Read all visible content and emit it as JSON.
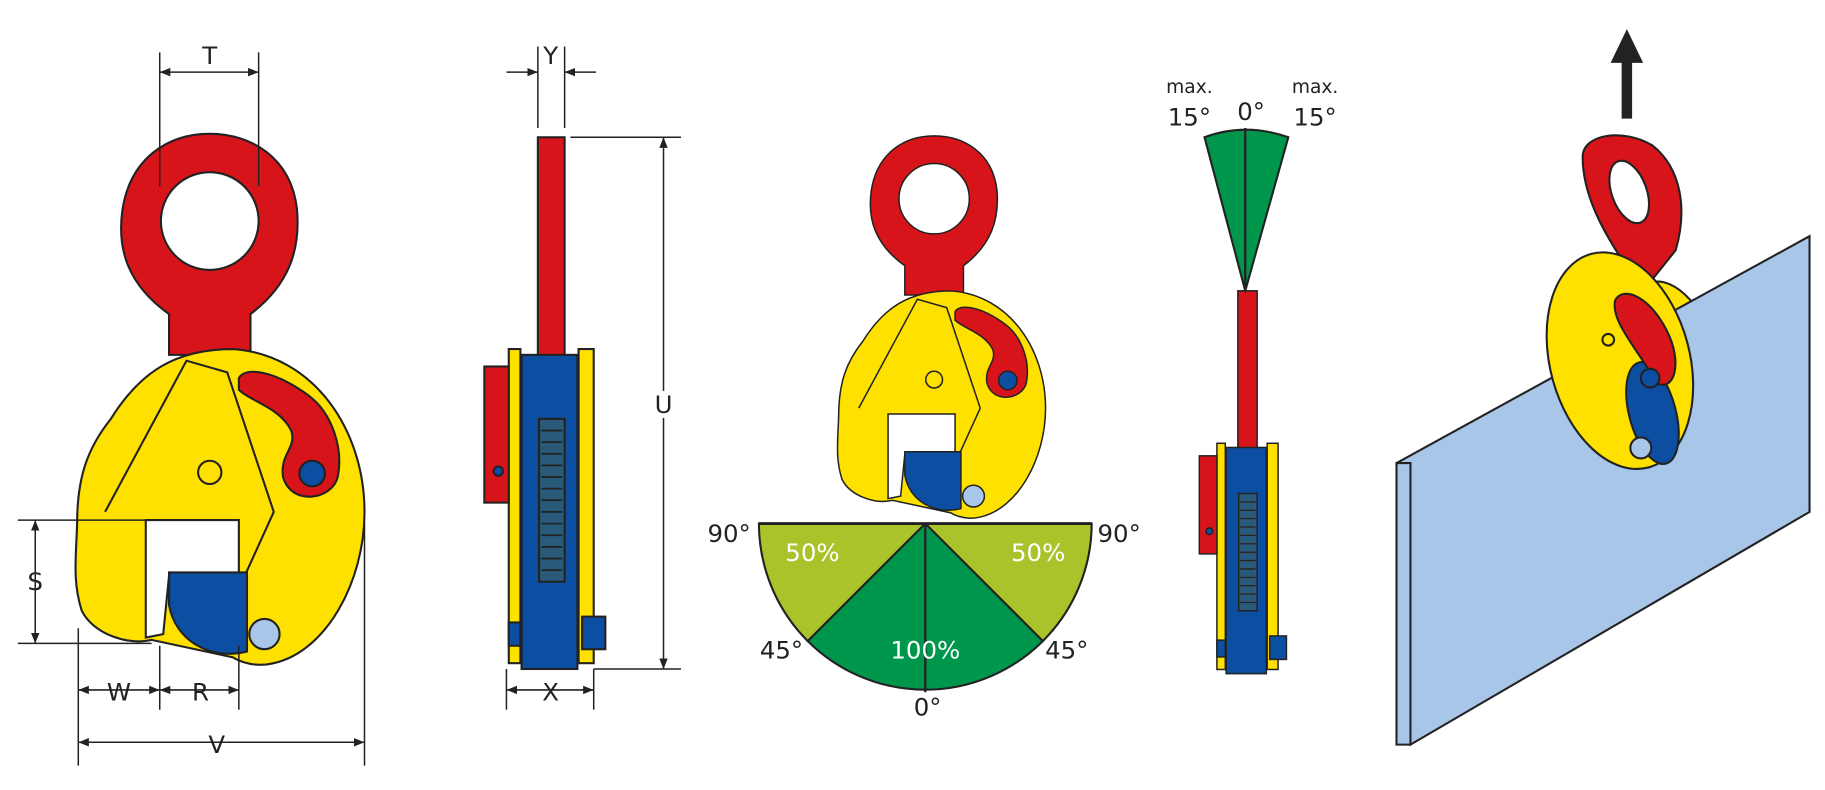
{
  "dimensions": {
    "T": "T",
    "Y": "Y",
    "U": "U",
    "S": "S",
    "W": "W",
    "R": "R",
    "V": "V",
    "X": "X"
  },
  "angle_chart": {
    "left_90": "90°",
    "right_90": "90°",
    "left_45": "45°",
    "right_45": "45°",
    "bottom_0": "0°",
    "zone_left": "50%",
    "zone_right": "50%",
    "zone_center": "100%"
  },
  "tilt": {
    "left_max": "max.",
    "left_angle": "15°",
    "center": "0°",
    "right_max": "max.",
    "right_angle": "15°"
  },
  "colors": {
    "red": "#d7141a",
    "yellow": "#ffe100",
    "blue": "#0c4ea2",
    "green": "#00964b",
    "lightgreen": "#a8c42a",
    "plate": "#a7c6e8",
    "pin": "#a7c6e8"
  }
}
